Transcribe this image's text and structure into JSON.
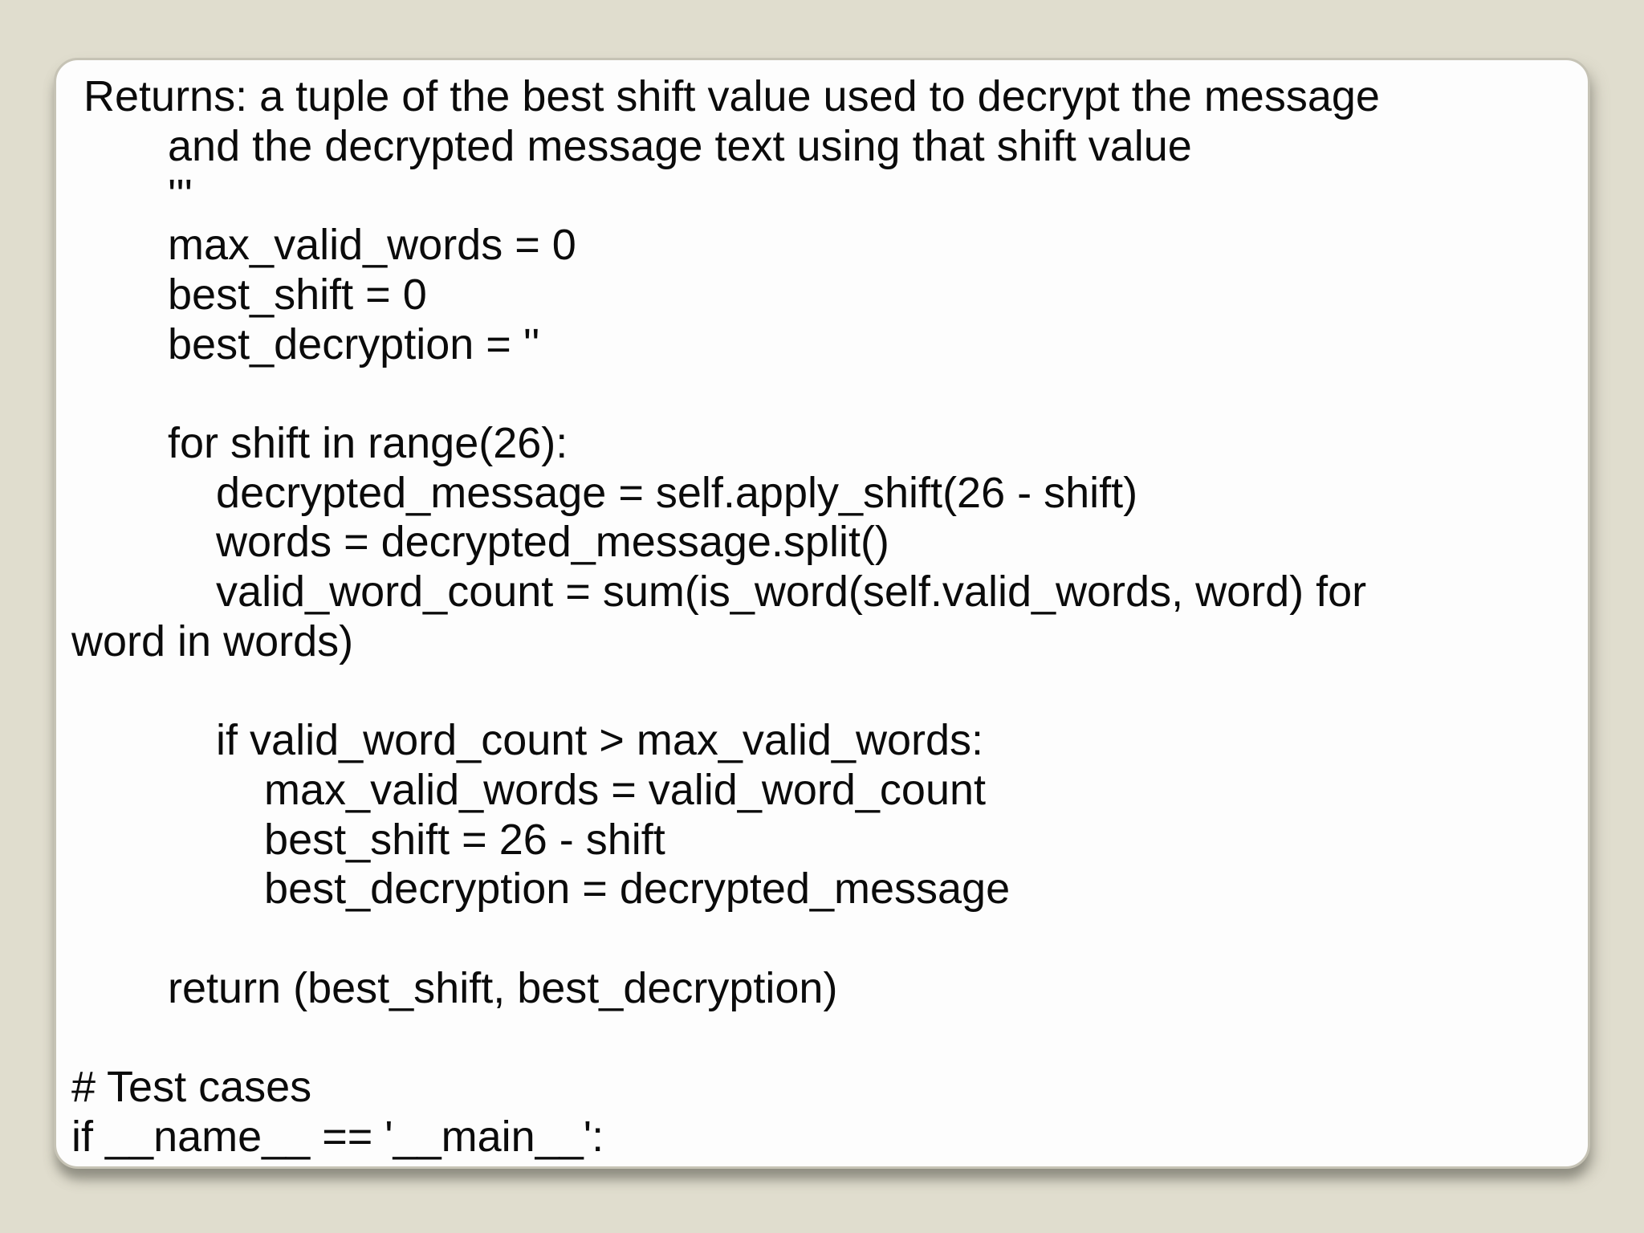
{
  "slide": {
    "type": "presentation-slide-code",
    "colors": {
      "background": "#e0ddce",
      "card": "#fdfdfd",
      "card_border": "#c6c3b5",
      "card_shadow": "#a9a89e",
      "text": "#0b0b0b"
    },
    "code_lines": [
      " Returns: a tuple of the best shift value used to decrypt the message",
      "        and the decrypted message text using that shift value",
      "        '''",
      "        max_valid_words = 0",
      "        best_shift = 0",
      "        best_decryption = ''",
      "",
      "        for shift in range(26):",
      "            decrypted_message = self.apply_shift(26 - shift)",
      "            words = decrypted_message.split()",
      "            valid_word_count = sum(is_word(self.valid_words, word) for",
      "word in words)",
      "",
      "            if valid_word_count > max_valid_words:",
      "                max_valid_words = valid_word_count",
      "                best_shift = 26 - shift",
      "                best_decryption = decrypted_message",
      "",
      "        return (best_shift, best_decryption)",
      "",
      "# Test cases",
      "if __name__ == '__main__':"
    ]
  }
}
